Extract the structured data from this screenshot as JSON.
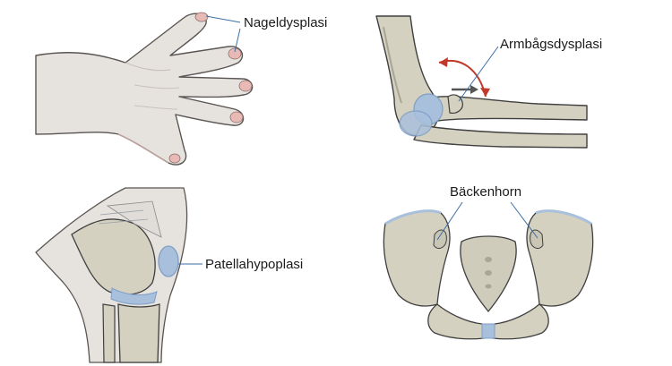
{
  "labels": {
    "nail": "Nageldysplasi",
    "elbow": "Armbågsdysplasi",
    "knee": "Patellahypoplasi",
    "pelvis": "Bäckenhorn"
  },
  "colors": {
    "skin": "#e6e3de",
    "skin_outline": "#5a5552",
    "skin_shadow": "#c9c2bb",
    "nail_pink": "#e9b9b6",
    "bone": "#d4d1c0",
    "bone_shadow": "#a9a696",
    "bone_outline": "#3f3f3f",
    "cartilage": "#a9c0dc",
    "cartilage_dark": "#7f9ec6",
    "arrow_red": "#c0392b",
    "arrow_gray": "#555555",
    "leader": "#3a6ea5"
  }
}
